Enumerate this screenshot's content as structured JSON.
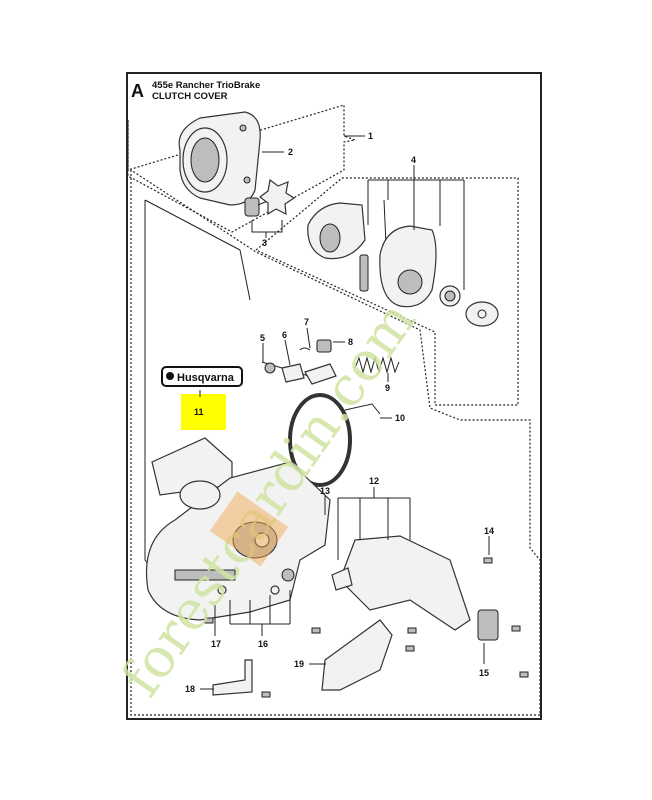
{
  "header": {
    "section_letter": "A",
    "model": "455e Rancher TrioBrake",
    "assembly": "CLUTCH COVER"
  },
  "callouts": [
    "1",
    "2",
    "3",
    "4",
    "5",
    "6",
    "7",
    "8",
    "9",
    "10",
    "11",
    "12",
    "13",
    "14",
    "15",
    "16",
    "17",
    "18",
    "19"
  ],
  "decal": {
    "brand": "Husqvarna"
  },
  "watermark": {
    "text": "forestcardin.com",
    "colors": {
      "main": "#cfe5a2",
      "accent": "#f2a44a",
      "tail": "#cdc6bc"
    }
  },
  "colors": {
    "highlight": "#ffff00",
    "line": "#222222"
  }
}
